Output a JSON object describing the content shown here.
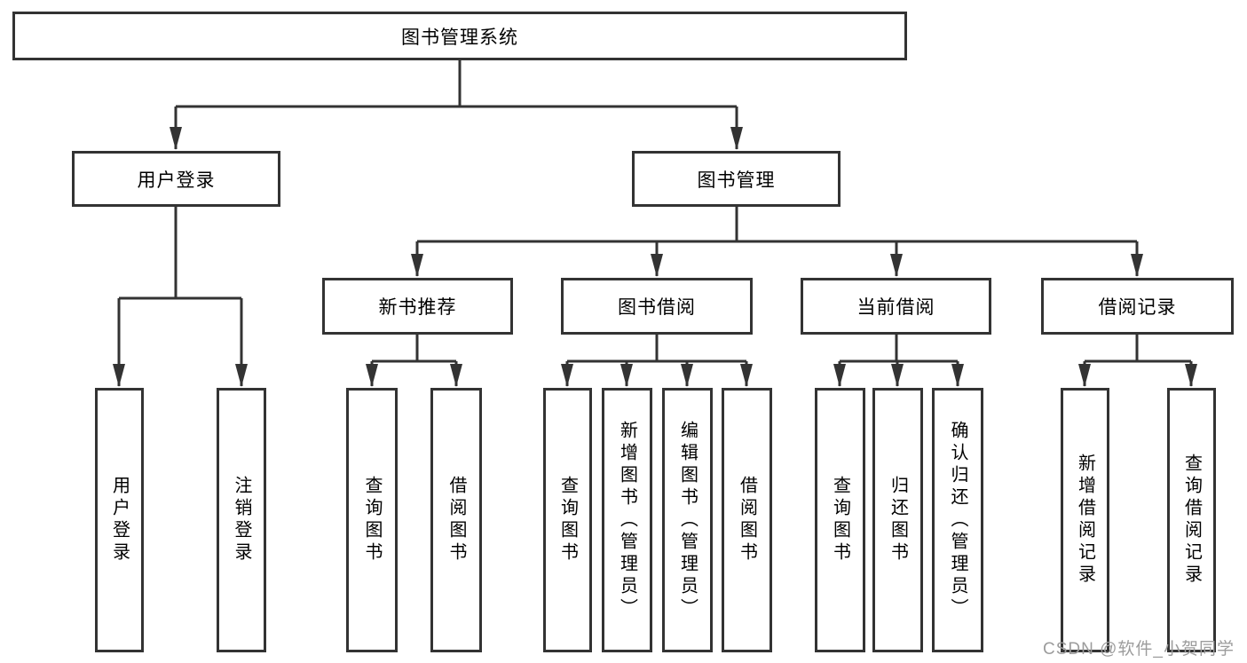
{
  "diagram": {
    "title": "图书管理系统",
    "branches": [
      {
        "label": "用户登录",
        "children": [
          {
            "label": "用户登录"
          },
          {
            "label": "注销登录"
          }
        ]
      },
      {
        "label": "图书管理",
        "children": [
          {
            "label": "新书推荐",
            "children": [
              {
                "label": "查询图书"
              },
              {
                "label": "借阅图书"
              }
            ]
          },
          {
            "label": "图书借阅",
            "children": [
              {
                "label": "查询图书"
              },
              {
                "label": "新增图书（管理员）"
              },
              {
                "label": "编辑图书（管理员）"
              },
              {
                "label": "借阅图书"
              }
            ]
          },
          {
            "label": "当前借阅",
            "children": [
              {
                "label": "查询图书"
              },
              {
                "label": "归还图书"
              },
              {
                "label": "确认归还（管理员）"
              }
            ]
          },
          {
            "label": "借阅记录",
            "children": [
              {
                "label": "新增借阅记录"
              },
              {
                "label": "查询借阅记录"
              }
            ]
          }
        ]
      }
    ]
  },
  "watermark": {
    "text": "CSDN @软件_小贺同学"
  },
  "colors": {
    "line": "#333333",
    "border": "#333333",
    "text": "#000000",
    "watermark": "#9c9c9c"
  }
}
